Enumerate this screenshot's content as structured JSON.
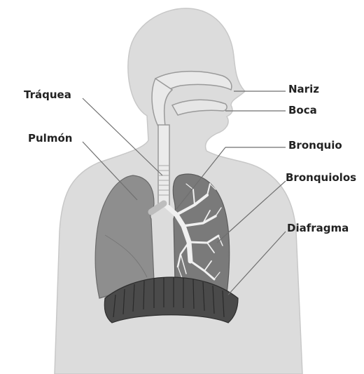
{
  "labels": {
    "traquea": "Tráquea",
    "pulmon": "Pulmón",
    "nariz": "Nariz",
    "boca": "Boca",
    "bronquio": "Bronquio",
    "bronquiolos": "Bronquiolos",
    "diafragma": "Diafragma"
  },
  "colors": {
    "body": "#dcdcdc",
    "body_edge": "#c8c8c8",
    "airway": "#e9e9e9",
    "airway_edge": "#9a9a9a",
    "lung_left": "#8e8e8e",
    "lung_right": "#7a7a7a",
    "bronchi": "#f0f0f0",
    "diaphragm": "#4a4a4a",
    "leader": "#6f6f6f",
    "text": "#222222"
  },
  "icons": [
    "human-silhouette",
    "lungs",
    "trachea",
    "bronchial-tree",
    "diaphragm"
  ]
}
